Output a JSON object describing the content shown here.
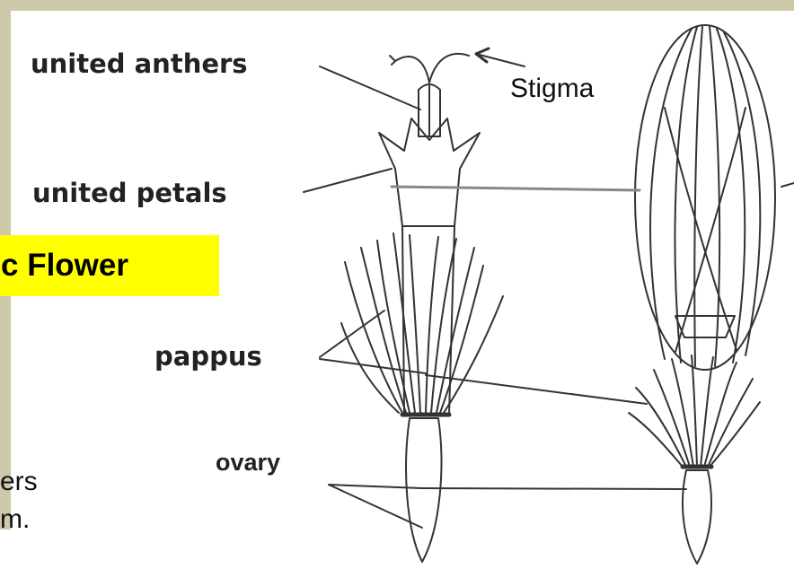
{
  "colors": {
    "frame": "#cdc8aa",
    "title_highlight": "#ffff00",
    "line": "#333333"
  },
  "title": {
    "text": "c Flower"
  },
  "labels": {
    "united_anthers": "united anthers",
    "stigma": "Stigma",
    "united_petals": "united petals",
    "pappus": "pappus",
    "ovary": "ovary"
  },
  "body_text": {
    "line1": "ers",
    "line2": "m."
  }
}
